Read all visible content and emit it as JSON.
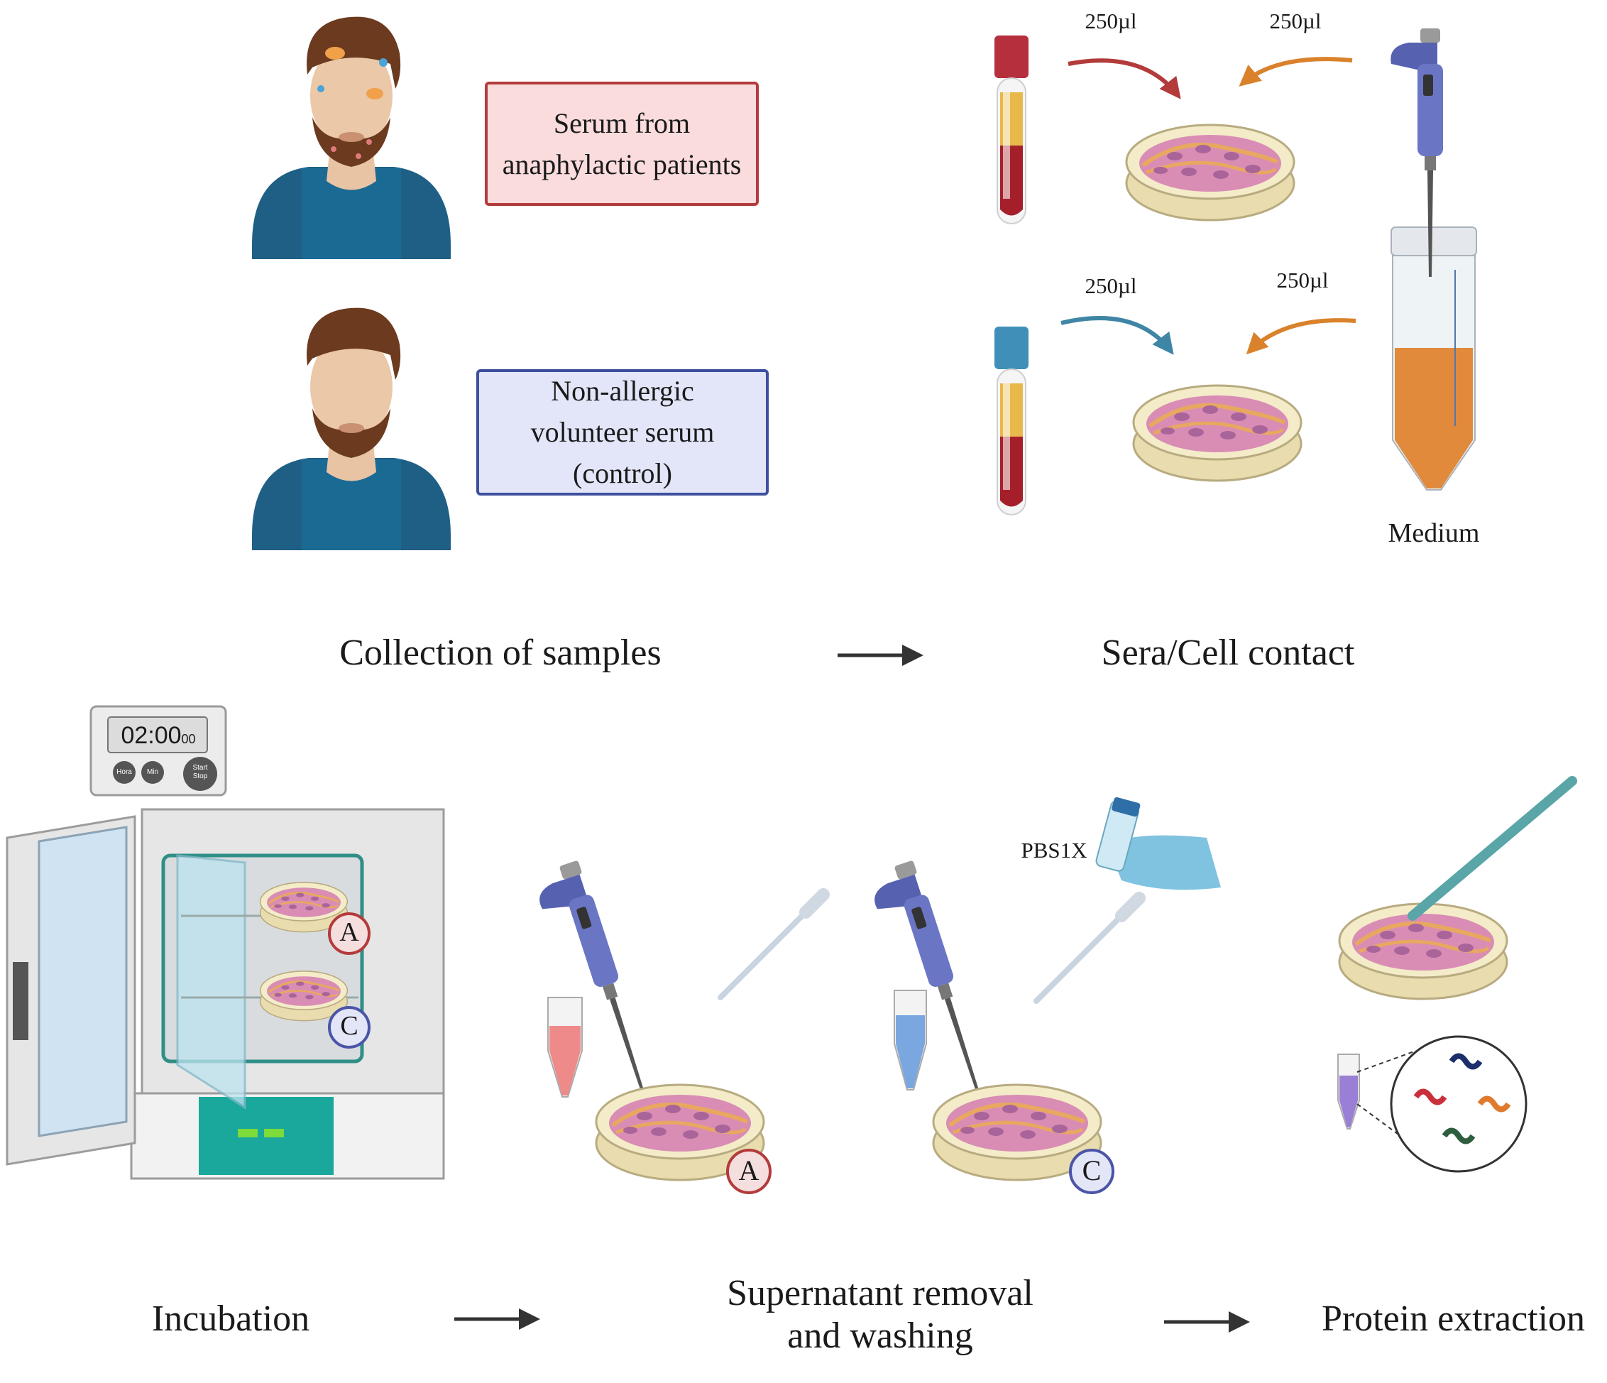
{
  "boxes": {
    "patients": "Serum from\nanaphylactic patients",
    "control": "Non-allergic\nvolunteer serum\n(control)"
  },
  "volumes": [
    "250µl",
    "250µl",
    "250µl",
    "250µl"
  ],
  "labels": {
    "medium": "Medium",
    "pbs": "PBS1X"
  },
  "timer": {
    "display": "02:00",
    "small": "00",
    "buttons": [
      "Hora",
      "Min",
      "Start\nStop"
    ]
  },
  "badges": {
    "a": "A",
    "c": "C"
  },
  "stages": [
    "Collection of samples",
    "Sera/Cell contact",
    "Incubation",
    "Supernatant removal\nand washing",
    "Protein extraction"
  ],
  "colors": {
    "patient_box_fill": "#fadcdc",
    "patient_box_border": "#b33b3b",
    "control_box_fill": "#e2e6f8",
    "control_box_border": "#3e4f9e",
    "medium": "#e18a3c"
  }
}
